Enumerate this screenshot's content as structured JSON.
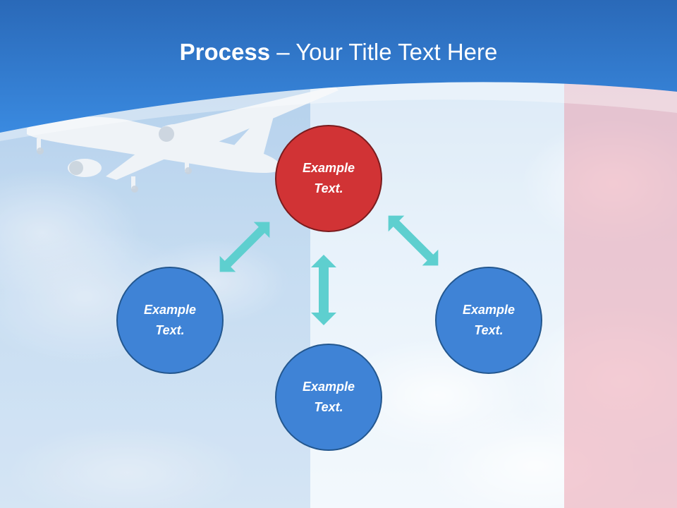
{
  "title": {
    "bold": "Process",
    "rest": " – Your Title Text Here"
  },
  "nodes": {
    "top": {
      "line1": "Example",
      "line2": "Text."
    },
    "left": {
      "line1": "Example",
      "line2": "Text."
    },
    "right": {
      "line1": "Example",
      "line2": "Text."
    },
    "bottom": {
      "line1": "Example",
      "line2": "Text."
    }
  },
  "colors": {
    "header_blue": "#2f7fd9",
    "node_blue": "#3f83d6",
    "node_red": "#d13335",
    "arrow_teal": "#5ecfcf",
    "flag_red_tint": "#f2ccd2"
  }
}
